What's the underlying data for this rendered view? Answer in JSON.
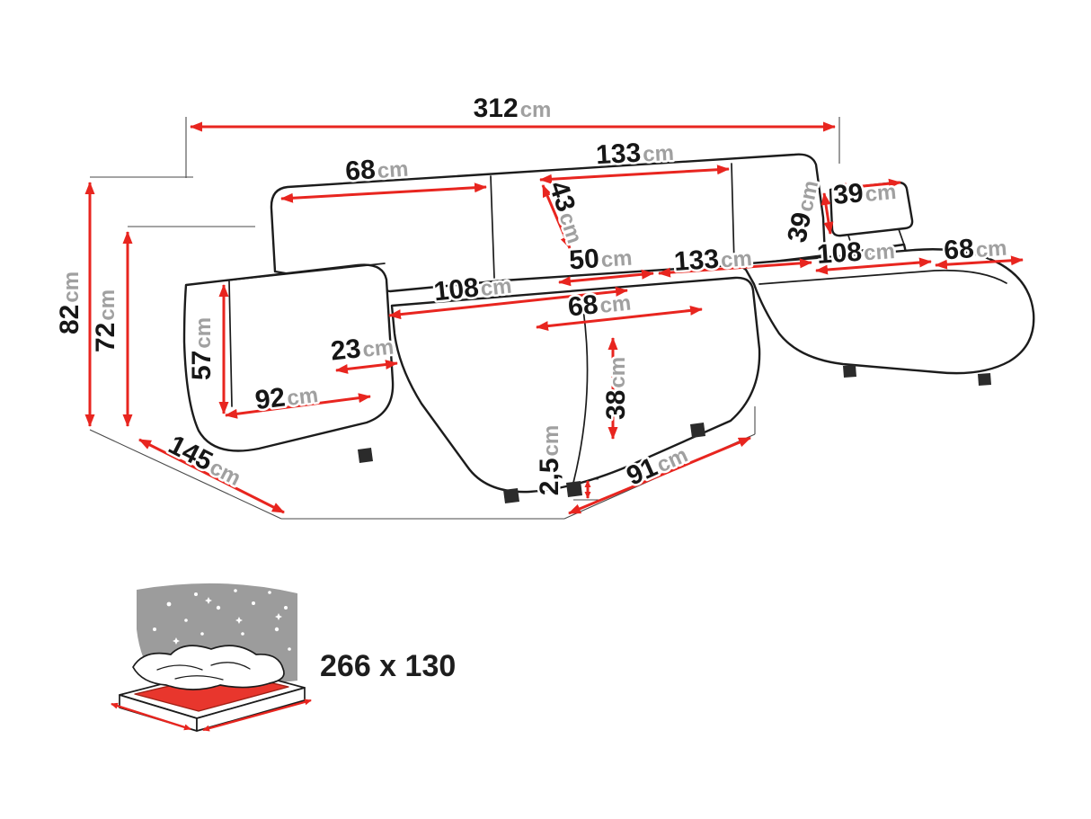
{
  "diagram": {
    "dims": {
      "total_width": {
        "value": "312",
        "unit": "cm"
      },
      "back_left": {
        "value": "68",
        "unit": "cm"
      },
      "back_mid": {
        "value": "133",
        "unit": "cm"
      },
      "back_height": {
        "value": "43",
        "unit": "cm"
      },
      "headrest_side": {
        "value": "39",
        "unit": "cm"
      },
      "headrest_top": {
        "value": "39",
        "unit": "cm"
      },
      "seat_gap": {
        "value": "50",
        "unit": "cm"
      },
      "seat_mid": {
        "value": "133",
        "unit": "cm"
      },
      "chaise_depth": {
        "value": "108",
        "unit": "cm"
      },
      "chaise_width": {
        "value": "68",
        "unit": "cm"
      },
      "seat_left_depth": {
        "value": "108",
        "unit": "cm"
      },
      "seat_front": {
        "value": "68",
        "unit": "cm"
      },
      "total_height": {
        "value": "82",
        "unit": "cm"
      },
      "back_total_height": {
        "value": "72",
        "unit": "cm"
      },
      "armrest_height": {
        "value": "57",
        "unit": "cm"
      },
      "armrest_width": {
        "value": "23",
        "unit": "cm"
      },
      "seat_left_width": {
        "value": "92",
        "unit": "cm"
      },
      "seat_height": {
        "value": "38",
        "unit": "cm"
      },
      "foot_height": {
        "value": "2,5",
        "unit": "cm"
      },
      "total_depth": {
        "value": "145",
        "unit": "cm"
      },
      "chaise_front": {
        "value": "91",
        "unit": "cm"
      }
    },
    "sleeping_area": {
      "label": "266 x 130"
    },
    "colors": {
      "dimension_red": "#e8251f",
      "mattress_red": "#e8362d",
      "outline": "#1c1c1c",
      "night_gray": "#9c9c9c"
    }
  }
}
